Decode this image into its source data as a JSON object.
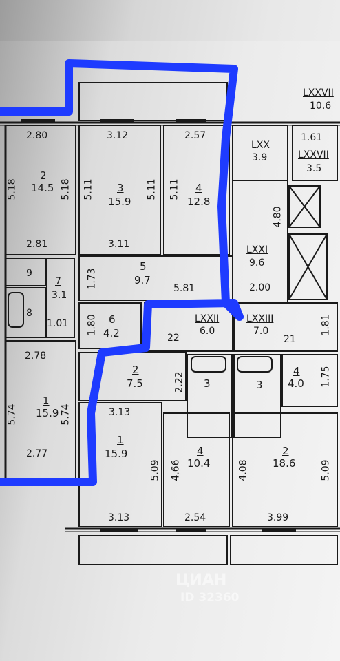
{
  "labels": {
    "lxxvii_roman": "LXXVII",
    "lxxvii_area": "10.6",
    "lxxviii_roman": "LXXVII",
    "lxxviii_area": "3.5",
    "lxx_roman": "LXX",
    "lxx_area": "3.9",
    "dim_1_61": "1.61",
    "lxxi_roman": "LXXI",
    "lxxi_area": "9.6",
    "dim_4_80": "4.80",
    "dim_2_00": "2.00",
    "lxxii_roman": "LXXII",
    "lxxii_area": "6.0",
    "lxxiii_roman": "LXXIII",
    "lxxiii_area": "7.0",
    "dim_21": "21",
    "dim_22": "22",
    "dim_1_81": "1.81",
    "dim_2_80": "2.80",
    "dim_3_12": "3.12",
    "dim_2_57": "2.57",
    "room2_num": "2",
    "room2_area": "14.5",
    "dim_5_18_a": "5.18",
    "dim_5_18_b": "5.18",
    "room3_num": "3",
    "room3_area": "15.9",
    "dim_5_11_a": "5.11",
    "dim_5_11_b": "5.11",
    "room4_num": "4",
    "room4_area": "12.8",
    "dim_5_11_c": "5.11",
    "dim_2_81": "2.81",
    "dim_3_11": "3.11",
    "room9_num": "9",
    "room7_num": "7",
    "room7_area": "3.1",
    "room8_num": "8",
    "dim_1_01": "1.01",
    "dim_1_73": "1.73",
    "room5_num": "5",
    "room5_area": "9.7",
    "dim_5_81": "5.81",
    "dim_1_80": "1.80",
    "room6_num": "6",
    "room6_area": "4.2",
    "dim_2_78": "2.78",
    "room1a_num": "1",
    "room1a_area": "15.9",
    "dim_5_74_a": "5.74",
    "dim_5_74_b": "5.74",
    "dim_2_77": "2.77",
    "hall2_num": "2",
    "hall2_area": "7.5",
    "dim_2_22": "2.22",
    "bath3a_num": "3",
    "bath3b_num": "3",
    "room4b_num": "4",
    "room4b_area": "4.0",
    "dim_1_75": "1.75",
    "dim_3_13_top": "3.13",
    "room1b_num": "1",
    "room1b_area": "15.9",
    "dim_5_09_a": "5.09",
    "dim_4_66": "4.66",
    "room4c_num": "4",
    "room4c_area": "10.4",
    "dim_4_08": "4.08",
    "room2b_num": "2",
    "room2b_area": "18.6",
    "dim_5_09_b": "5.09",
    "dim_3_13_bottom": "3.13",
    "dim_2_54": "2.54",
    "dim_3_99": "3.99",
    "watermark": "ЦИАН",
    "watermark_id": "ID 32360"
  },
  "colors": {
    "highlight": "#1e3bff",
    "wall": "#1a1a1a"
  }
}
